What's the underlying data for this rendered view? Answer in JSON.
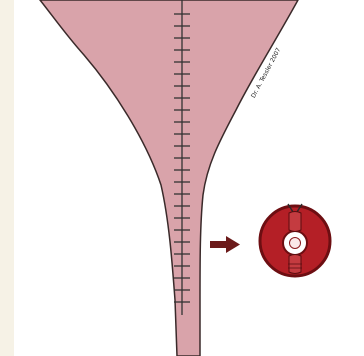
{
  "figure": {
    "credit_text": "Dr. A. Tessler 2007",
    "colors": {
      "background_border": "#f6f2e6",
      "panel": "#ffffff",
      "funnel_fill": "#d9a3aa",
      "outline": "#3a2a2a",
      "suture": "#333333",
      "arrow": "#6b1a1a",
      "ring": "#b41f26",
      "ring_dark": "#6d0e12"
    },
    "elements": [
      "funnel-shape",
      "suture-line",
      "arrow",
      "cross-section-ring"
    ]
  }
}
